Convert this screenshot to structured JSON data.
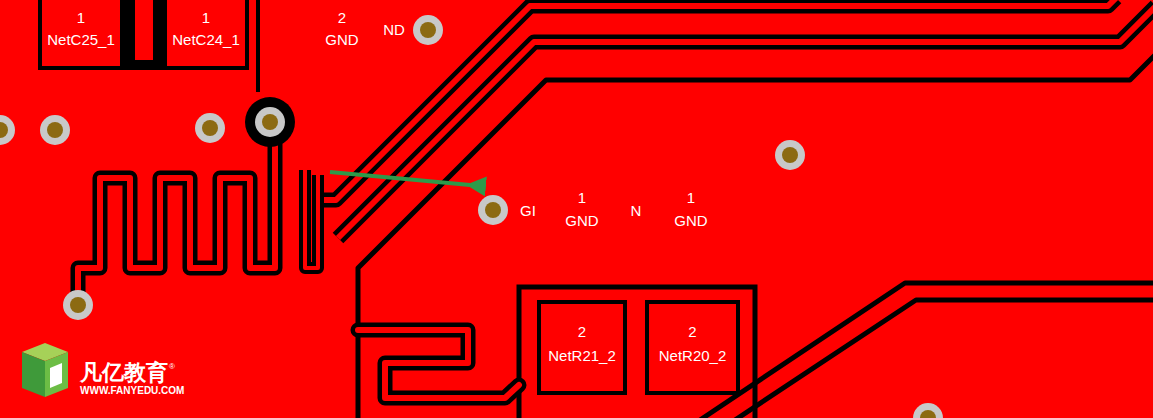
{
  "diagram": {
    "nodes": [
      {
        "text": [
          "1",
          "NetC25_1"
        ]
      },
      {
        "text": [
          "1",
          "NetC24_1"
        ]
      },
      {
        "text": [
          "2",
          "NetR21_2"
        ]
      },
      {
        "text": [
          "2",
          "NetR20_2"
        ]
      }
    ],
    "labels": [
      "2",
      "GND",
      "ND",
      "GI",
      "1",
      "GND",
      "N",
      "1",
      "GND",
      "凡亿教育",
      "®",
      "WWW.FANYEDU.COM"
    ]
  }
}
